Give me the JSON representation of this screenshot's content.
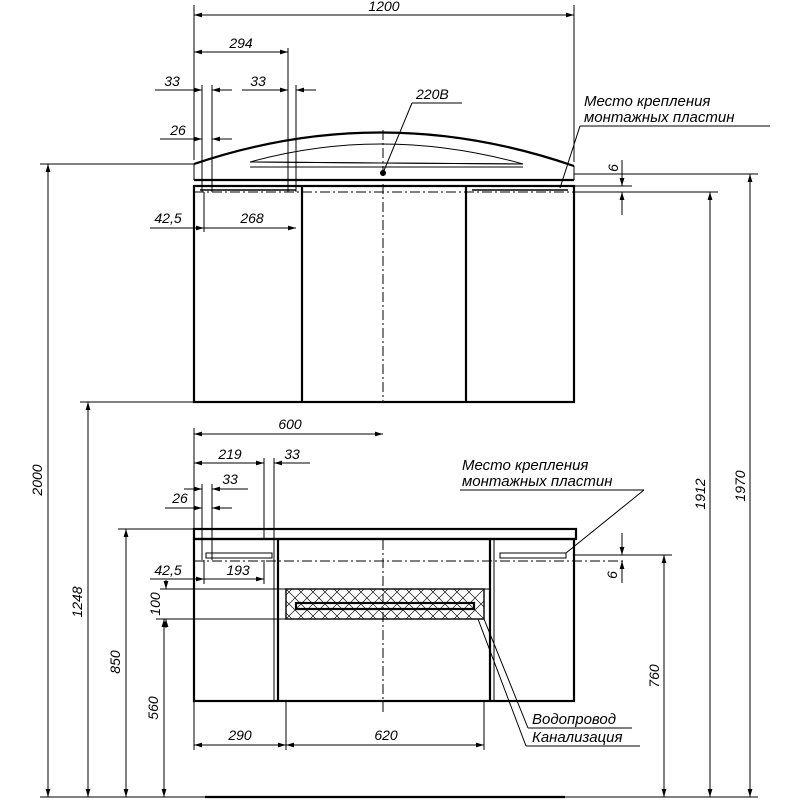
{
  "dimensions": {
    "top_width": "1200",
    "top_294": "294",
    "top_33_left": "33",
    "top_33_right": "33",
    "top_26": "26",
    "top_42_5": "42,5",
    "top_268": "268",
    "top_6": "6",
    "voltage": "220В",
    "bottom_600": "600",
    "bottom_219": "219",
    "bottom_33_a": "33",
    "bottom_33_b": "33",
    "bottom_26": "26",
    "bottom_42_5": "42,5",
    "bottom_193": "193",
    "bottom_6": "6",
    "bottom_100": "100",
    "bottom_290": "290",
    "bottom_620": "620",
    "height_2000": "2000",
    "height_1248": "1248",
    "height_850": "850",
    "height_560": "560",
    "height_760": "760",
    "height_1912": "1912",
    "height_1970": "1970"
  },
  "labels": {
    "mount_top_line1": "Место крепления",
    "mount_top_line2": "монтажных пластин",
    "mount_bottom_line1": "Место крепления",
    "mount_bottom_line2": "монтажных пластин",
    "water_supply": "Водопровод",
    "sewage": "Канализация"
  }
}
